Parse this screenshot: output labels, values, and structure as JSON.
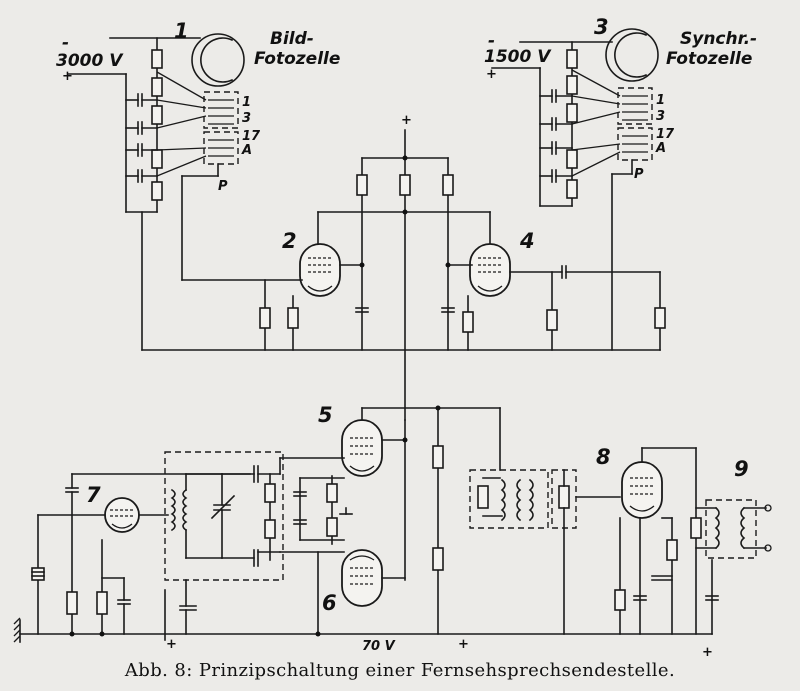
{
  "caption": "Abb. 8: Prinzipschaltung einer Fernsehsprechsendestelle.",
  "labels": {
    "c1": "1",
    "c2": "2",
    "c3": "3",
    "c4": "4",
    "c5": "5",
    "c6": "6",
    "c7": "7",
    "c8": "8",
    "c9": "9",
    "bild_line1": "Bild-",
    "bild_line2": "Fotozelle",
    "synch_line1": "Synchr.-",
    "synch_line2": "Fotozelle",
    "v_left": "3000 V",
    "v_right": "1500 V",
    "v_bottom": "70 V",
    "minus": "-",
    "plus": "+",
    "pin1": "1",
    "pin3": "3",
    "pin17": "17",
    "pinA": "A",
    "pinP": "P"
  }
}
